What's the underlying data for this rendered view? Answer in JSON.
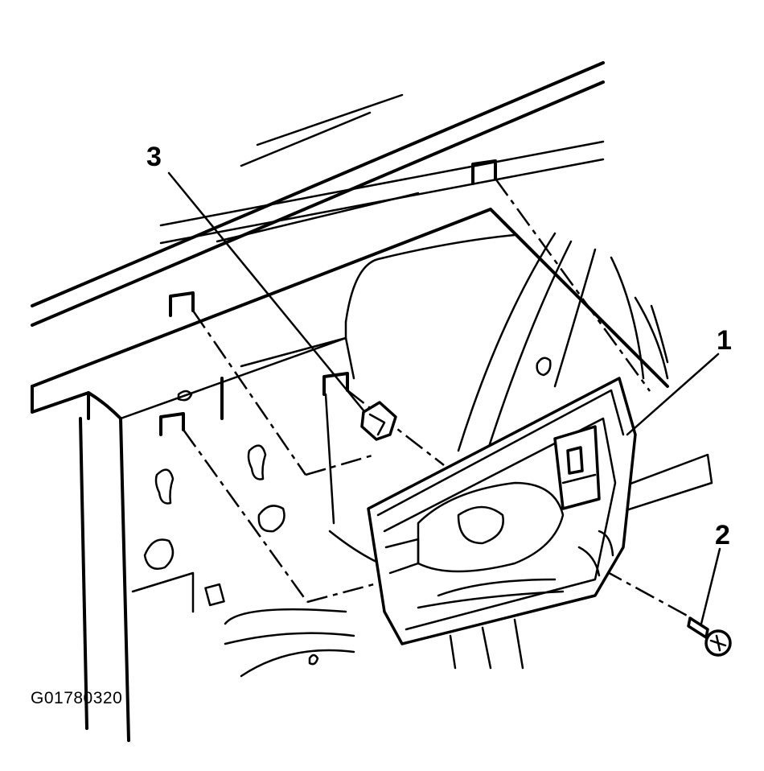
{
  "callouts": {
    "c1": "1",
    "c2": "2",
    "c3": "3"
  },
  "figure_id": "G01780320"
}
